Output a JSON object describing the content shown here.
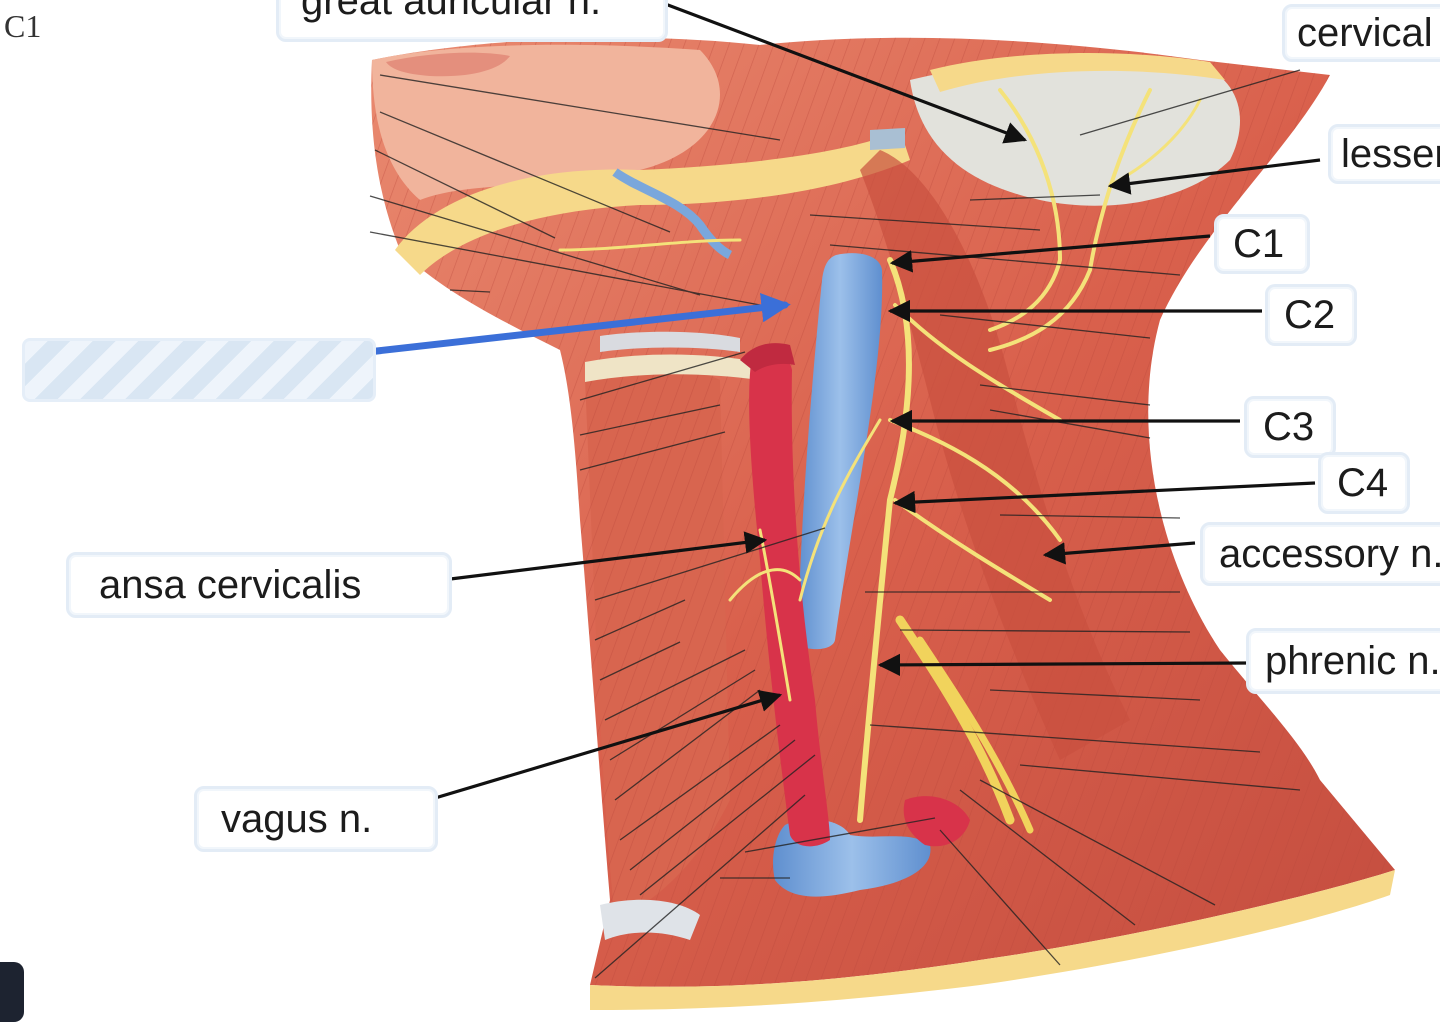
{
  "corner_text": "C1",
  "labels": {
    "great_auricular": "great auricular n.",
    "cervical": "cervical",
    "lesser": "lesser",
    "c1": "C1",
    "c2": "C2",
    "c3": "C3",
    "c4": "C4",
    "accessory": "accessory n.",
    "phrenic": "phrenic n.",
    "ansa_cervicalis": "ansa cervicalis",
    "vagus": "vagus n."
  },
  "blank_answer_box": "",
  "colors": {
    "muscle": "#d9604c",
    "muscle_dark": "#b8443a",
    "skin": "#f1b49c",
    "fat": "#f6d98a",
    "vein": "#7aa7dc",
    "artery": "#d8334a",
    "nerve": "#f4e27a",
    "pointer_arrow": "#3b6fd8",
    "leader_line": "#111111"
  }
}
